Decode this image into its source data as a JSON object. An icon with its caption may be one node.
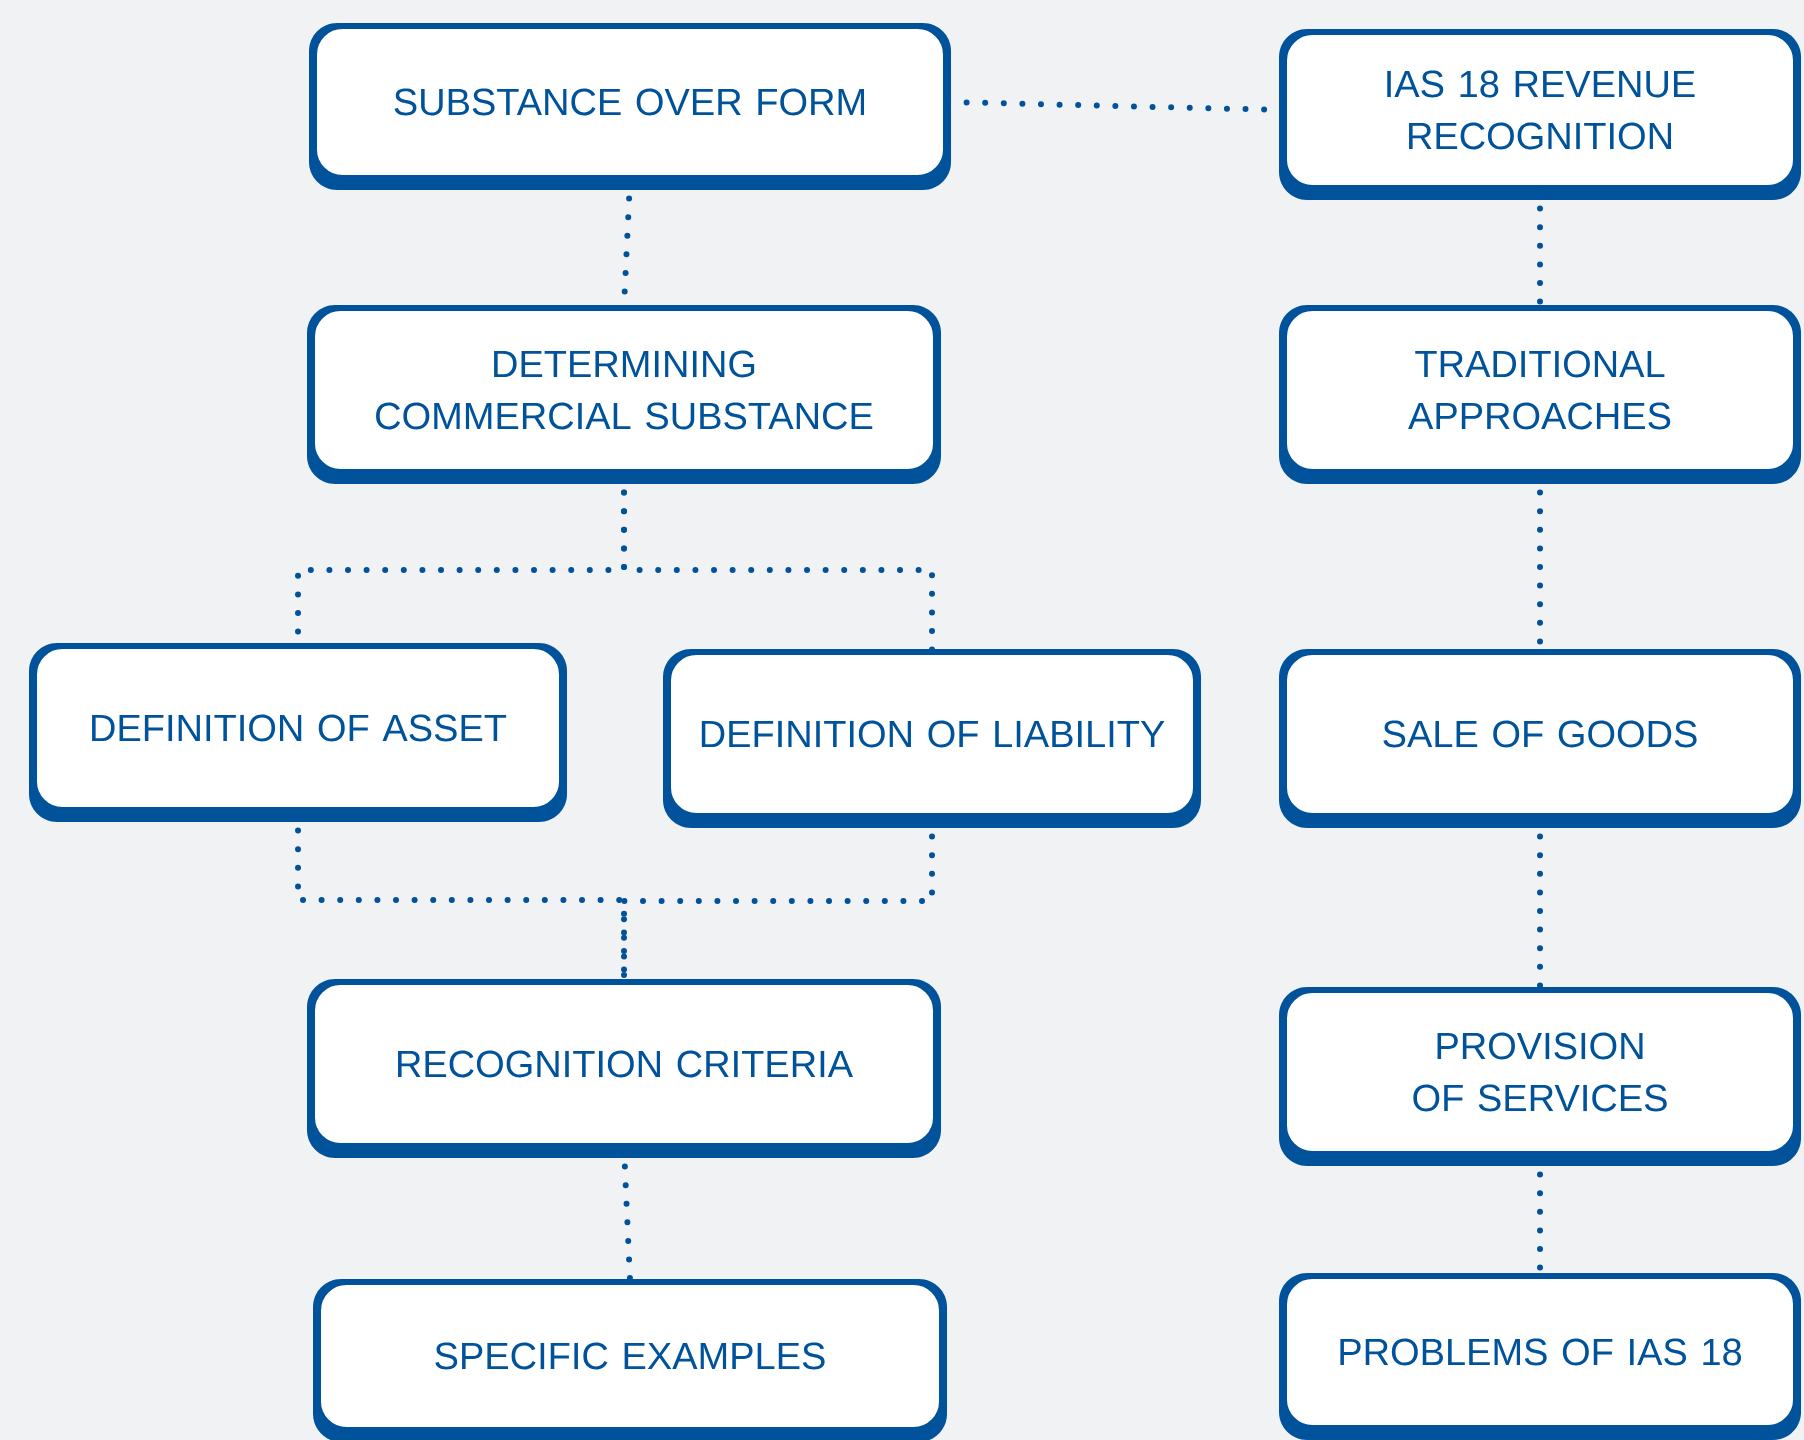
{
  "diagram": {
    "nodes": [
      {
        "text": [
          "SUBSTANCE OVER FORM"
        ]
      },
      {
        "text": [
          "IAS 18 REVENUE RECOGNITION"
        ]
      },
      {
        "text": [
          "DETERMINING COMMERCIAL SUBSTANCE"
        ]
      },
      {
        "text": [
          "TRADITIONAL APPROACHES"
        ]
      },
      {
        "text": [
          "DEFINITION OF ASSET"
        ]
      },
      {
        "text": [
          "DEFINITION OF LIABILITY"
        ]
      },
      {
        "text": [
          "SALE OF GOODS"
        ]
      },
      {
        "text": [
          "RECOGNITION CRITERIA"
        ]
      },
      {
        "text": [
          "PROVISION OF SERVICES"
        ]
      },
      {
        "text": [
          "SPECIFIC EXAMPLES"
        ]
      },
      {
        "text": [
          "PROBLEMS OF IAS 18"
        ]
      }
    ],
    "edges": [
      {
        "from": 0,
        "to": 1,
        "arrow": "none"
      },
      {
        "from": 0,
        "to": 2,
        "arrow": "none"
      },
      {
        "from": 2,
        "to": 4,
        "arrow": "none"
      },
      {
        "from": 2,
        "to": 5,
        "arrow": "none"
      },
      {
        "from": 4,
        "to": 7,
        "arrow": "none"
      },
      {
        "from": 5,
        "to": 7,
        "arrow": "none"
      },
      {
        "from": 7,
        "to": 9,
        "arrow": "none"
      },
      {
        "from": 1,
        "to": 3,
        "arrow": "none"
      },
      {
        "from": 3,
        "to": 6,
        "arrow": "none"
      },
      {
        "from": 6,
        "to": 8,
        "arrow": "none"
      },
      {
        "from": 8,
        "to": 10,
        "arrow": "none"
      }
    ]
  }
}
